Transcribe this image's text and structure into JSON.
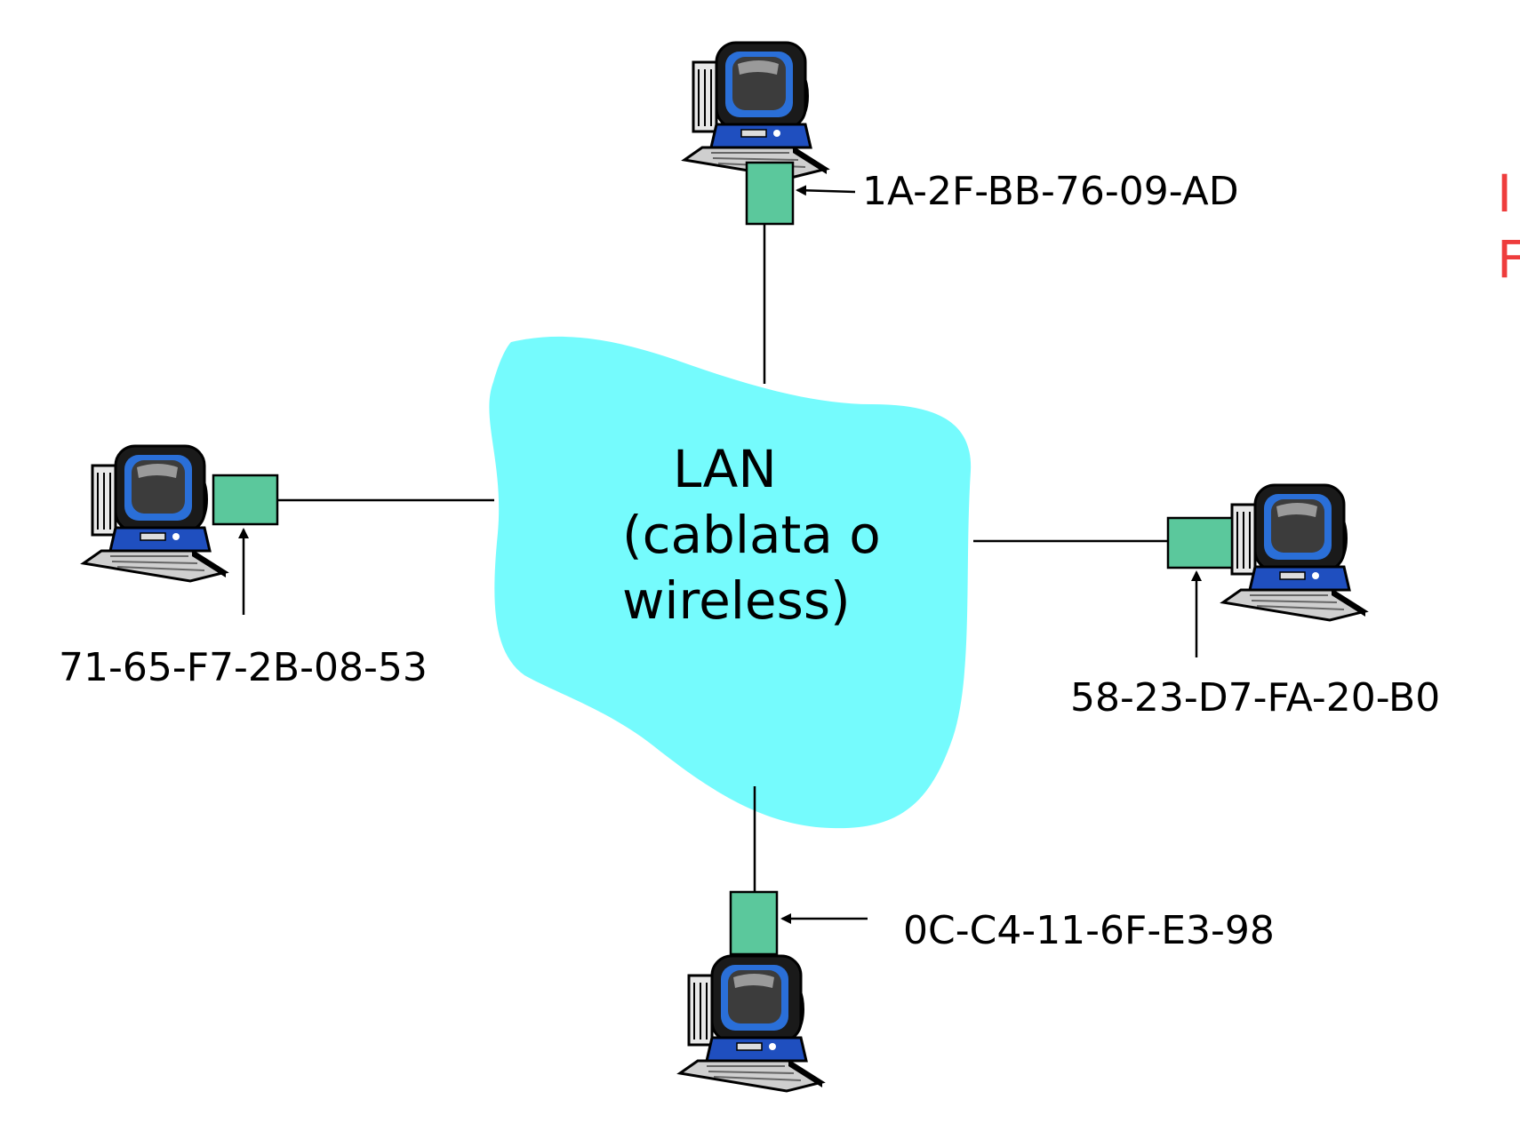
{
  "colors": {
    "lan_cloud": "#75fbfd",
    "adapter": "#5bc89c",
    "red_text": "#ee3c3c",
    "line": "#000000"
  },
  "lan": {
    "line1": "LAN",
    "line2": "(cablata o",
    "line3": "wireless)"
  },
  "hosts": [
    {
      "id": "top",
      "mac": "1A-2F-BB-76-09-AD",
      "icon": "desktop-computer-icon"
    },
    {
      "id": "left",
      "mac": "71-65-F7-2B-08-53",
      "icon": "desktop-computer-icon"
    },
    {
      "id": "right",
      "mac": "58-23-D7-FA-20-B0",
      "icon": "desktop-computer-icon"
    },
    {
      "id": "bottom",
      "mac": "0C-C4-11-6F-E3-98",
      "icon": "desktop-computer-icon"
    }
  ],
  "clipped_text": {
    "line1": "I",
    "line2": "F"
  }
}
